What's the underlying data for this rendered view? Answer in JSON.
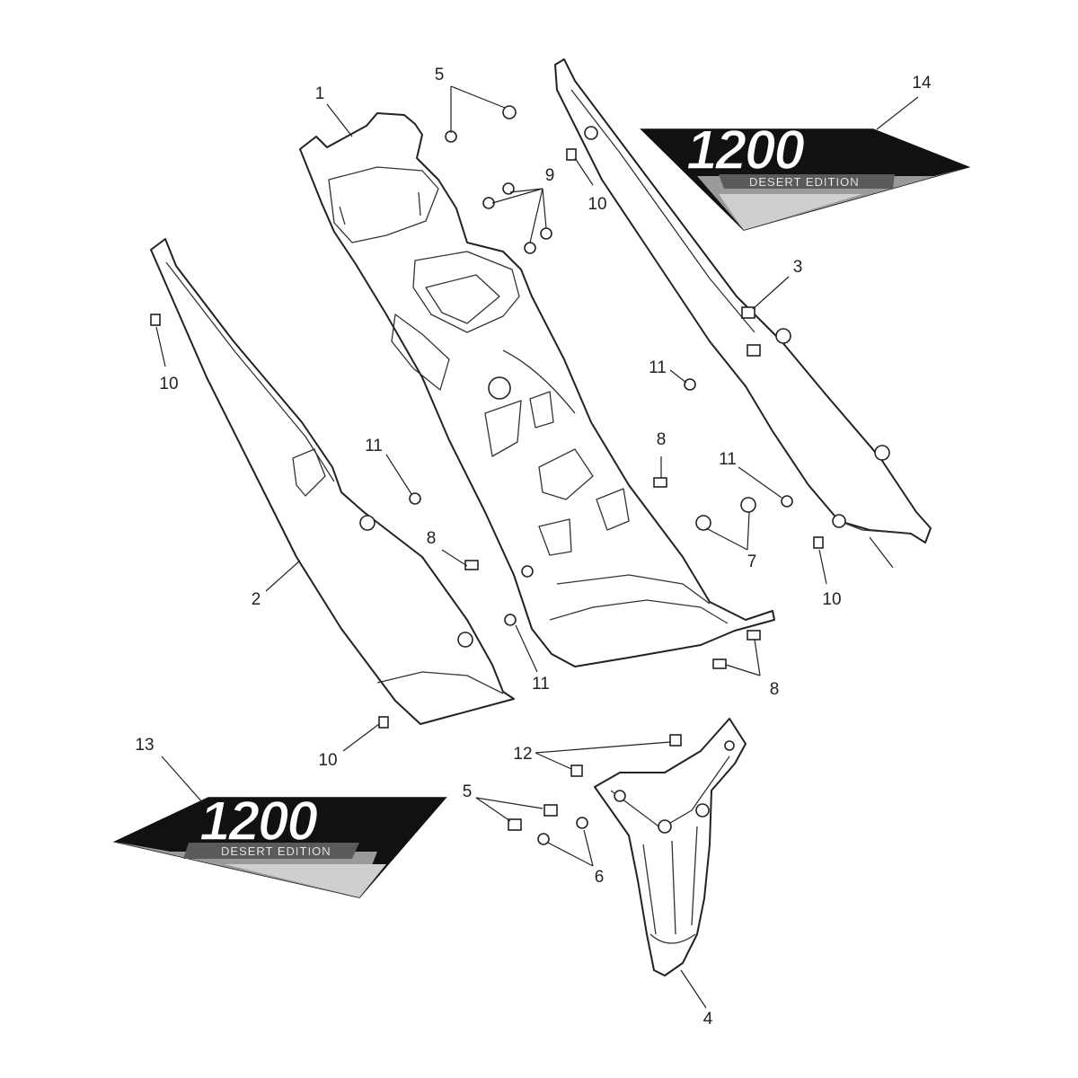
{
  "callouts": {
    "c1": "1",
    "c2": "2",
    "c3": "3",
    "c4": "4",
    "c5a": "5",
    "c5b": "5",
    "c6": "6",
    "c7": "7",
    "c8a": "8",
    "c8b": "8",
    "c8c": "8",
    "c9": "9",
    "c10a": "10",
    "c10b": "10",
    "c10c": "10",
    "c10d": "10",
    "c11a": "11",
    "c11b": "11",
    "c11c": "11",
    "c11d": "11",
    "c12": "12",
    "c13": "13",
    "c14": "14"
  },
  "decals": {
    "top": {
      "model": "1200",
      "edition": "DESERT EDITION"
    },
    "bottom": {
      "model": "1200",
      "edition": "DESERT EDITION"
    }
  },
  "colors": {
    "line": "#222222",
    "decal_dark": "#111111",
    "decal_mid": "#9a9a9a",
    "decal_light": "#cfcfcf"
  }
}
